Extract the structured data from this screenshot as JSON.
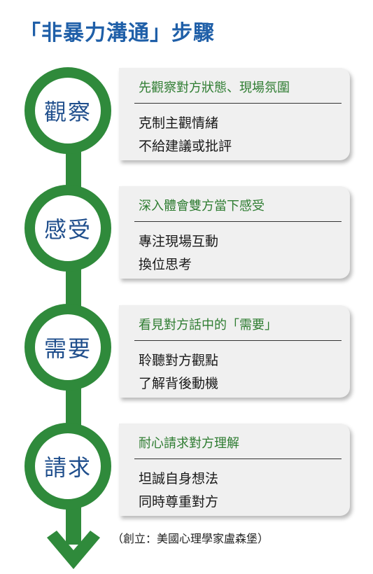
{
  "title": "「非暴力溝通」步驟",
  "steps": [
    {
      "circle": "觀察",
      "heading": "先觀察對方狀態、現場氛圍",
      "lines": [
        "克制主觀情緒",
        "不給建議或批評"
      ]
    },
    {
      "circle": "感受",
      "heading": "深入體會雙方當下感受",
      "lines": [
        "專注現場互動",
        "換位思考"
      ]
    },
    {
      "circle": "需要",
      "heading": "看見對方話中的「需要」",
      "lines": [
        "聆聽對方觀點",
        "了解背後動機"
      ]
    },
    {
      "circle": "請求",
      "heading": "耐心請求對方理解",
      "lines": [
        "坦誠自身想法",
        "同時尊重對方"
      ]
    }
  ],
  "credit": "（創立：美國心理學家盧森堡）",
  "colors": {
    "green": "#2f8a3b",
    "title_blue": "#1f5fa8",
    "circle_text": "#1f4e8c",
    "heading_green": "#2f7d32"
  }
}
